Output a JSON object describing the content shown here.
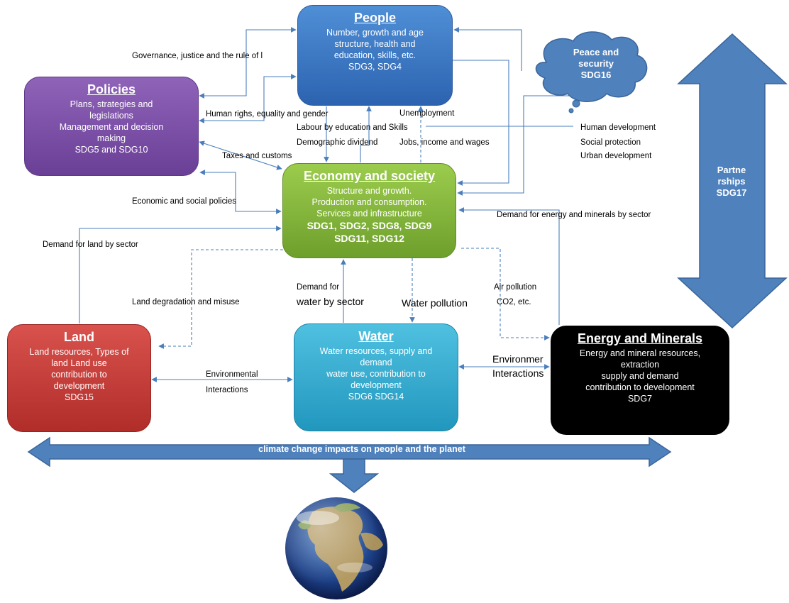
{
  "people": {
    "title": "People",
    "lines": [
      "Number, growth and age",
      "structure, health and",
      "education, skills, etc.",
      "SDG3, SDG4"
    ]
  },
  "policies": {
    "title": "Policies",
    "lines": [
      "Plans, strategies and",
      "legislations",
      "Management and decision",
      "making",
      "SDG5 and SDG10"
    ]
  },
  "economy": {
    "title": "Economy and society",
    "lines": [
      "Structure  and growth.",
      "Production and  consumption.",
      "Services and infrastructure"
    ],
    "sdgs": [
      "SDG1, SDG2, SDG8, SDG9",
      "SDG11, SDG12"
    ]
  },
  "land": {
    "title": "Land",
    "lines": [
      "Land resources, Types of",
      "land Land use",
      "contribution to",
      "development",
      "SDG15"
    ]
  },
  "water": {
    "title": "Water",
    "lines": [
      "Water resources, supply and",
      "demand",
      "water use, contribution to",
      "development",
      "SDG6 SDG14"
    ]
  },
  "energy": {
    "title": "Energy and Minerals",
    "lines": [
      "Energy and mineral resources,",
      "extraction",
      "supply and demand",
      "contribution to development",
      "SDG7"
    ]
  },
  "peace": {
    "lines": [
      "Peace and",
      "security",
      "SDG16"
    ]
  },
  "partnerships": {
    "lines": [
      "Partne",
      "rships",
      "SDG17"
    ]
  },
  "climate": {
    "label": "climate change impacts  on people and the planet"
  },
  "labels": {
    "governance": "Governance, justice and the rule of l",
    "human_rights": "Human righs, equality and gender",
    "taxes": "Taxes and customs",
    "labour": "Labour by education and Skills",
    "demographic": "Demographic dividend",
    "jobs": "Jobs, income and wages",
    "unemployment": "Unemployment",
    "human_dev": "Human development",
    "social_protection": "Social protection",
    "urban_dev": "Urban development",
    "econ_social_policies": "Economic and social policies",
    "demand_energy": "Demand for energy and minerals by sector",
    "demand_land": "Demand for land by sector",
    "land_degradation": "Land degradation and misuse",
    "demand_water_1": "Demand for",
    "demand_water_2": "water by sector",
    "water_pollution": "Water pollution",
    "air_pollution": "Air pollution",
    "co2": "CO2, etc.",
    "env_inter_1": "Environmental",
    "env_inter_2": "Interactions",
    "env_inter_right_1": "Environmer",
    "env_inter_right_2": "Interactions"
  },
  "colors": {
    "people": "#2c63b0",
    "policies": "#6a3f96",
    "economy": "#6e9f2c",
    "land": "#b02d29",
    "water": "#2297be",
    "energy": "#000000",
    "connector": "#4a7ebb",
    "arrow_fill": "#4f81bd"
  }
}
